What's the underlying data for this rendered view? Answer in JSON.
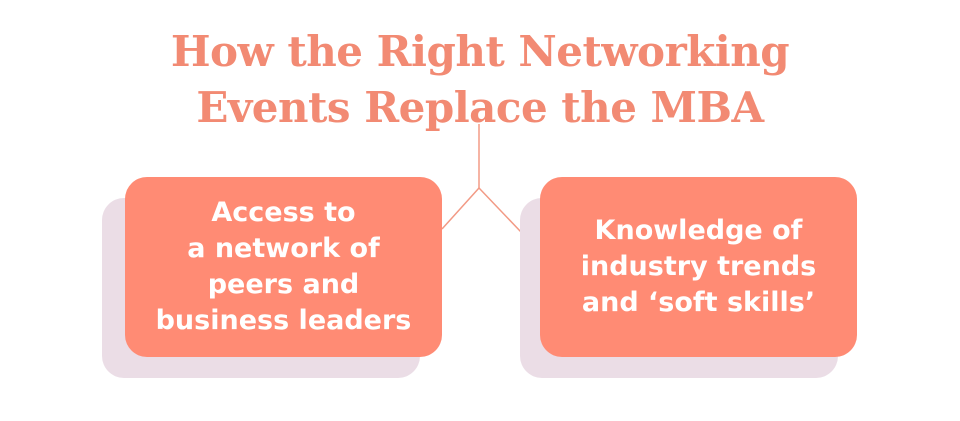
{
  "title": {
    "line1": "How the Right Networking",
    "line2": "Events Replace the MBA"
  },
  "nodes": [
    {
      "lines": [
        "Access to",
        "a network of",
        "peers and",
        "business leaders"
      ]
    },
    {
      "lines": [
        "Knowledge of",
        "industry trends",
        "and ‘soft skills’"
      ]
    }
  ],
  "colors": {
    "title": "#f28a73",
    "card": "#ff8b74",
    "card_text": "#ffffff",
    "shadow": "#ebdde6",
    "connector": "#f29a85"
  }
}
